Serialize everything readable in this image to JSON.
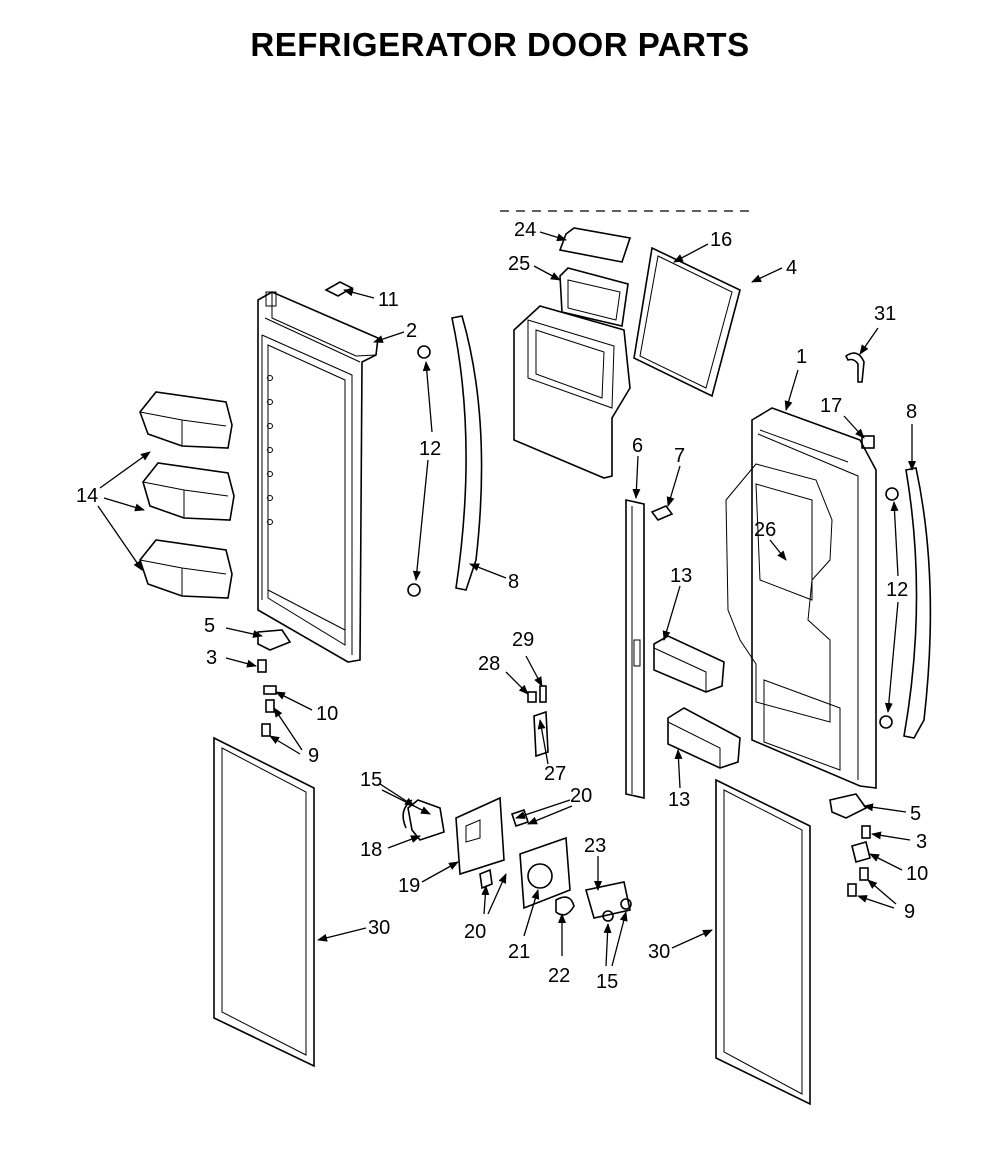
{
  "title": "REFRIGERATOR DOOR PARTS",
  "callouts": {
    "c1": "1",
    "c2": "2",
    "c3a": "3",
    "c3b": "3",
    "c4": "4",
    "c5a": "5",
    "c5b": "5",
    "c6": "6",
    "c7": "7",
    "c8a": "8",
    "c8b": "8",
    "c9a": "9",
    "c9b": "9",
    "c10a": "10",
    "c10b": "10",
    "c11": "11",
    "c12a": "12",
    "c12b": "12",
    "c13a": "13",
    "c13b": "13",
    "c14": "14",
    "c15a": "15",
    "c15b": "15",
    "c16": "16",
    "c17": "17",
    "c18": "18",
    "c19": "19",
    "c20a": "20",
    "c20b": "20",
    "c21": "21",
    "c22": "22",
    "c23": "23",
    "c24": "24",
    "c25": "25",
    "c26": "26",
    "c27": "27",
    "c28": "28",
    "c29": "29",
    "c30a": "30",
    "c30b": "30",
    "c31": "31"
  }
}
